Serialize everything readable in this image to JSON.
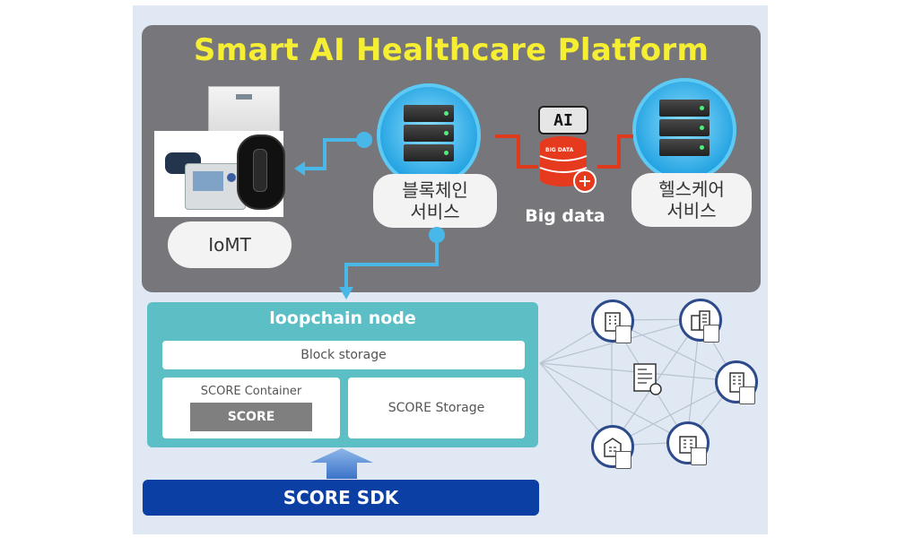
{
  "diagram": {
    "title": "Smart AI Healthcare Platform",
    "iomt_label": "IoMT",
    "blockchain_service_line1": "블록체인",
    "blockchain_service_line2": "서비스",
    "healthcare_service_line1": "헬스케어",
    "healthcare_service_line2": "서비스",
    "ai_label": "AI",
    "big_data_small_label": "BIG DATA",
    "big_data_label": "Big data",
    "node_title": "loopchain node",
    "block_storage_label": "Block storage",
    "score_container_label": "SCORE Container",
    "score_label": "SCORE",
    "score_storage_label": "SCORE Storage",
    "score_sdk_label": "SCORE SDK",
    "colors": {
      "platform_bg": "#77777b",
      "title": "#f5ee33",
      "connector_blue": "#49b8e8",
      "connector_red": "#e03a1e",
      "node_bg": "#5bbfc5",
      "sdk_bg": "#0c3fa3"
    },
    "icons": [
      "smart-scale-icon",
      "blood-pressure-monitor-icon",
      "fitness-band-icon",
      "server-icon",
      "database-icon",
      "building-icon",
      "certificate-icon"
    ]
  }
}
